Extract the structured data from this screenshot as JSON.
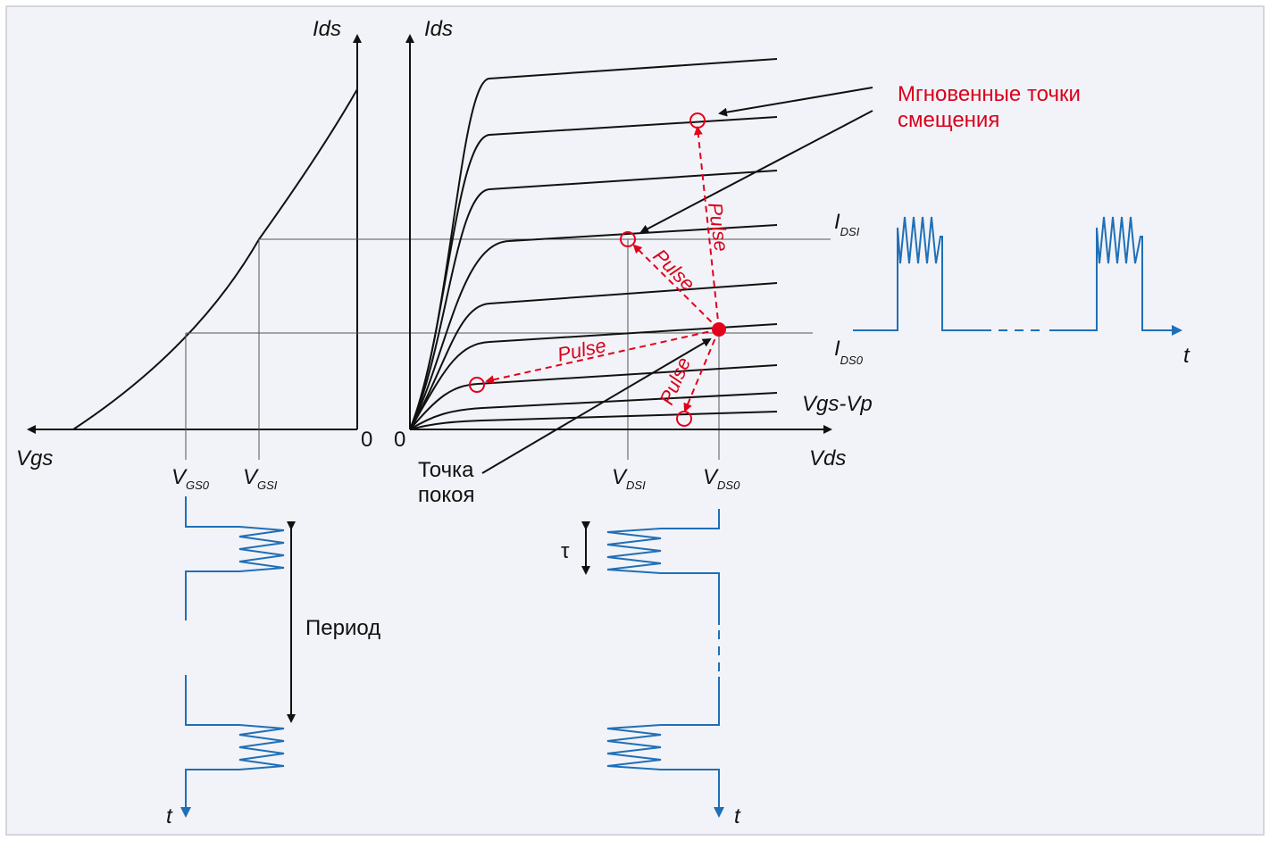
{
  "colors": {
    "background": "#f2f3f8",
    "curve": "#111111",
    "accent_red": "#e3001b",
    "signal_blue": "#1f6fb6",
    "grid_line": "#555555"
  },
  "transfer_plot": {
    "y_axis_label": "Ids",
    "x_axis_label": "Vgs",
    "origin_label": "0"
  },
  "output_plot": {
    "y_axis_label": "Ids",
    "x_axis_label": "Vds",
    "origin_label": "0",
    "lowest_curve_label": "Vgs-Vp"
  },
  "bias_labels": {
    "vgs0": {
      "main": "V",
      "sub": "GS0"
    },
    "vgsi": {
      "main": "V",
      "sub": "GSI"
    },
    "vdsi": {
      "main": "V",
      "sub": "DSI"
    },
    "vds0": {
      "main": "V",
      "sub": "DS0"
    },
    "idsi": {
      "main": "I",
      "sub": "DSI"
    },
    "ids0": {
      "main": "I",
      "sub": "DS0"
    }
  },
  "annotations": {
    "instant_points_line1": "Мгновенные точки",
    "instant_points_line2": "смещения",
    "quiescent_line1": "Точка",
    "quiescent_line2": "покоя",
    "pulse": "Pulse",
    "period": "Период",
    "tau": "τ",
    "time": "t"
  }
}
